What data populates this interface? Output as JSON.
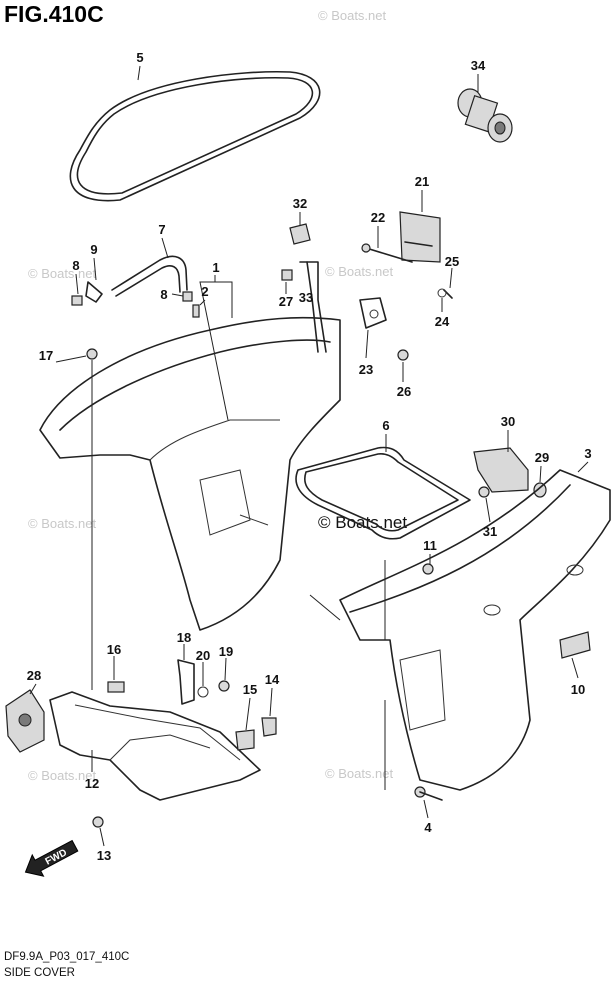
{
  "figure": {
    "title": "FIG.410C",
    "code": "DF9.9A_P03_017_410C",
    "caption": "SIDE COVER"
  },
  "watermarks": {
    "small": "© Boats.net",
    "center": "© Boats.net"
  },
  "direction_marker": {
    "label": "FWD",
    "icon": "fwd-arrow-icon"
  },
  "callouts": [
    {
      "number": "1"
    },
    {
      "number": "2"
    },
    {
      "number": "3"
    },
    {
      "number": "4"
    },
    {
      "number": "5"
    },
    {
      "number": "6"
    },
    {
      "number": "7"
    },
    {
      "number": "8"
    },
    {
      "number": "8"
    },
    {
      "number": "9"
    },
    {
      "number": "10"
    },
    {
      "number": "11"
    },
    {
      "number": "12"
    },
    {
      "number": "13"
    },
    {
      "number": "14"
    },
    {
      "number": "15"
    },
    {
      "number": "16"
    },
    {
      "number": "17"
    },
    {
      "number": "18"
    },
    {
      "number": "19"
    },
    {
      "number": "20"
    },
    {
      "number": "21"
    },
    {
      "number": "22"
    },
    {
      "number": "23"
    },
    {
      "number": "24"
    },
    {
      "number": "25"
    },
    {
      "number": "26"
    },
    {
      "number": "27"
    },
    {
      "number": "28"
    },
    {
      "number": "29"
    },
    {
      "number": "30"
    },
    {
      "number": "31"
    },
    {
      "number": "32"
    },
    {
      "number": "33"
    },
    {
      "number": "34"
    }
  ]
}
